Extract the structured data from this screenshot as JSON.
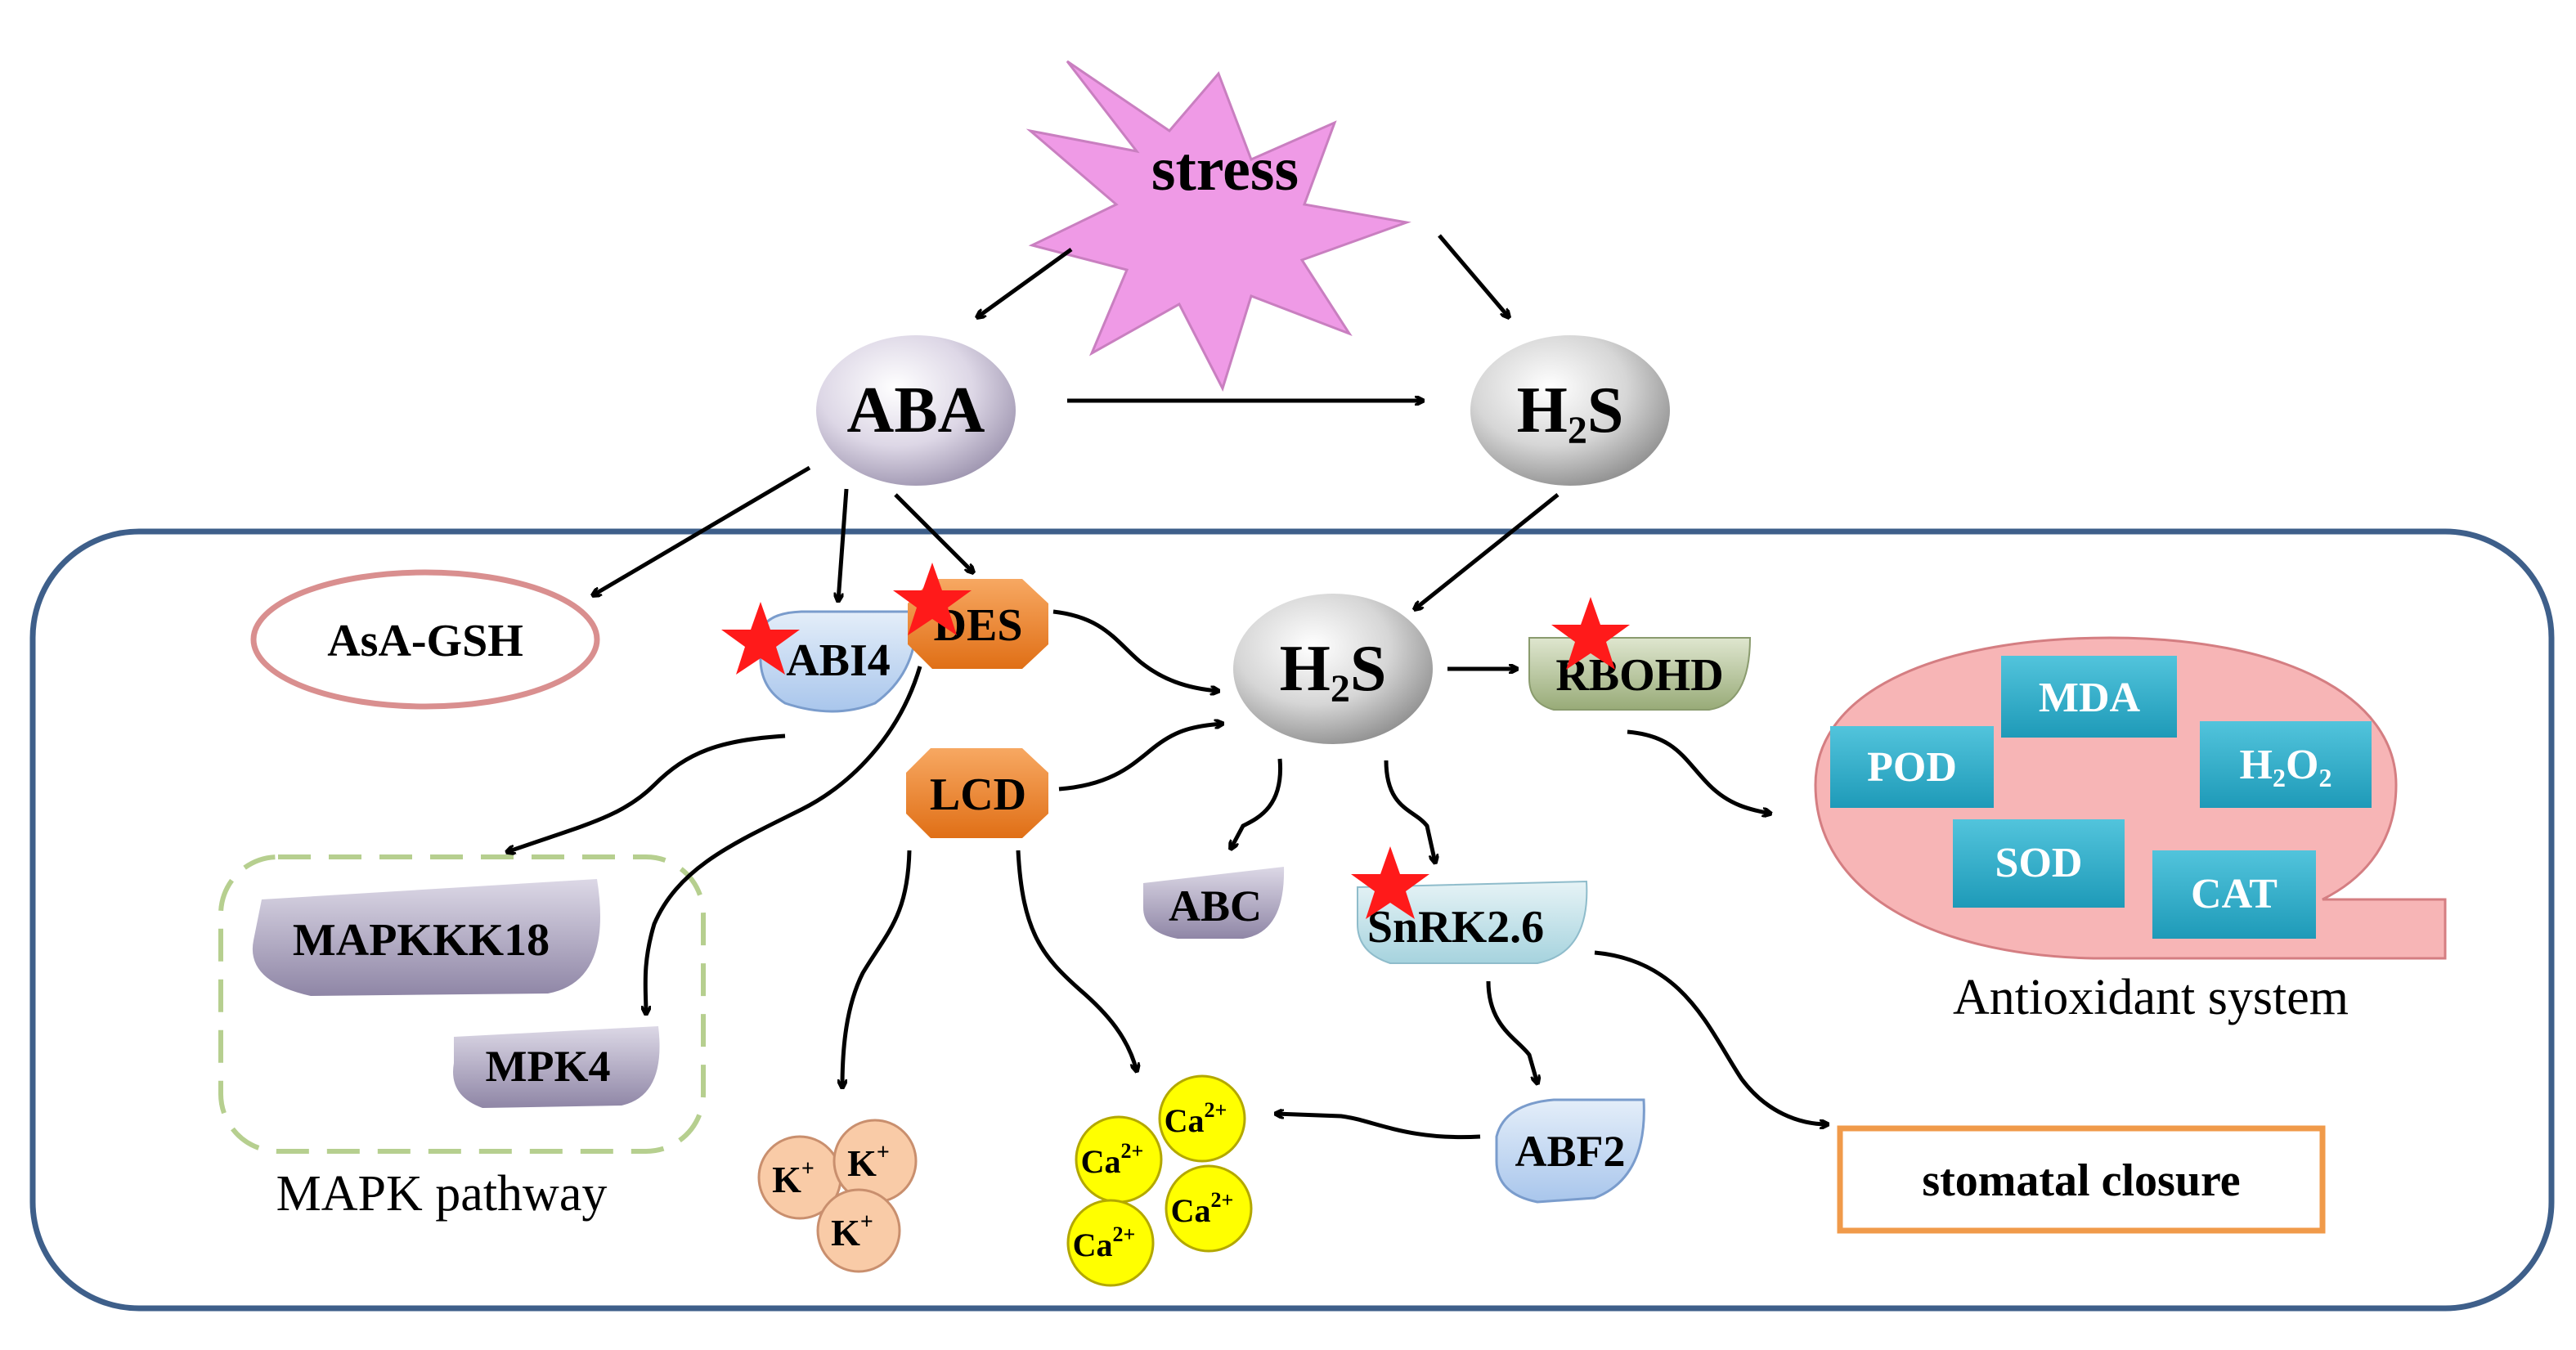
{
  "stimulus": {
    "label": "stress",
    "color": "#ef9ae6"
  },
  "hormone": {
    "aba": "ABA"
  },
  "h2s": {
    "main": "H",
    "sub": "2",
    "tail": "S"
  },
  "nodes": {
    "asa_gsh": "AsA-GSH",
    "abi4": "ABI4",
    "des": "DES",
    "lcd": "LCD",
    "rbohd": "RBOHD",
    "abc": "ABC",
    "snrk": "SnRK2.6",
    "abf2": "ABF2",
    "mapkkk18": "MAPKKK18",
    "mpk4": "MPK4",
    "stomatal_closure": "stomatal closure"
  },
  "antioxidant": {
    "caption": "Antioxidant system",
    "mda": "MDA",
    "pod": "POD",
    "sod": "SOD",
    "cat": "CAT",
    "h2o2": {
      "a": "H",
      "b": "2",
      "c": "O",
      "d": "2"
    }
  },
  "mapk": {
    "caption": "MAPK pathway"
  },
  "ions": {
    "k": {
      "base": "K",
      "charge": "+"
    },
    "ca": {
      "base": "Ca",
      "charge": "2+"
    }
  },
  "colors": {
    "cell_border": "#3e5f8a",
    "star": "#ff1a1a",
    "ion_k": "#f9cba7",
    "ion_ca": "#ffff00",
    "antioxidant_fill": "#f7b5b6",
    "enzyme_box": "#33b2cd",
    "des_lcd": "#f0862b",
    "asa_border": "#d98f8f",
    "mapk_border": "#b6cf8f",
    "stomatal_border": "#f09a4a"
  }
}
